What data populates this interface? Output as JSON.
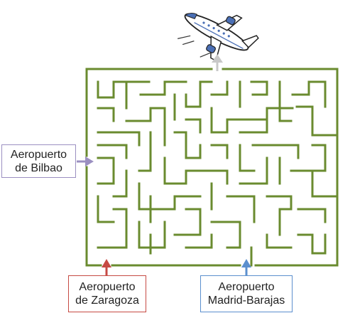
{
  "colors": {
    "maze_wall": "#6a8b2f",
    "bilbao": "#9b8fc1",
    "zaragoza": "#c64a43",
    "madrid": "#5b8fce",
    "exit_arrow": "#c8c8c8",
    "plane_body": "#ffffff",
    "plane_engine": "#4a6fb5"
  },
  "entrances": {
    "bilbao": {
      "line1": "Aeropuerto",
      "line2": "de Bilbao"
    },
    "zaragoza": {
      "line1": "Aeropuerto",
      "line2": "de Zaragoza"
    },
    "madrid": {
      "line1": "Aeropuerto",
      "line2": "Madrid-Barajas"
    }
  },
  "exit": {
    "icon": "airplane-icon"
  }
}
